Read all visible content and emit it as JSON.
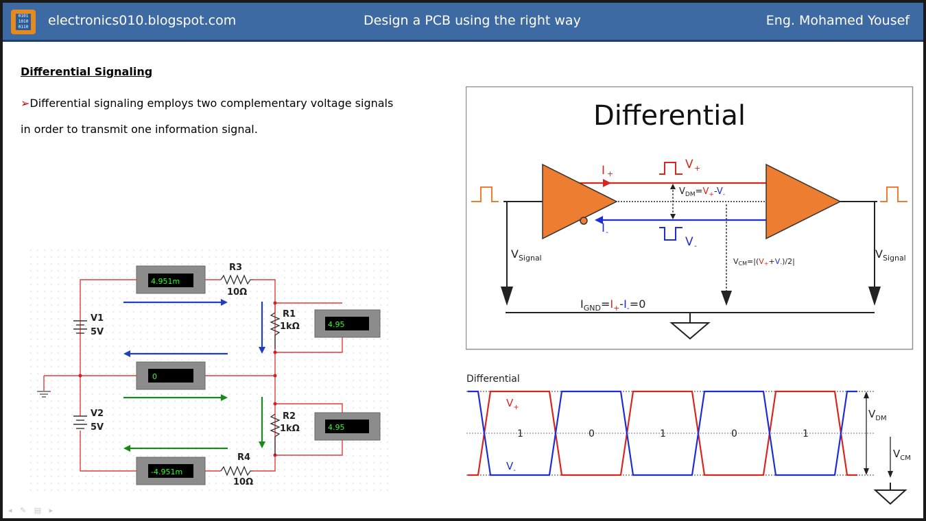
{
  "header": {
    "logo_text": "0101 1010 0110",
    "site": "electronics010.blogspot.com",
    "title": "Design a PCB using the right way",
    "author": "Eng. Mohamed Yousef"
  },
  "section": {
    "title": "Differential Signaling",
    "bullet_arrow": "➢",
    "bullet_text": "Differential signaling employs two complementary voltage signals in order to transmit one information signal."
  },
  "circuit": {
    "meters": {
      "m1": "4.951m",
      "m2": "4.95",
      "m3": "0",
      "m4": "4.95",
      "m5": "-4.951m"
    },
    "r3_name": "R3",
    "r3_value": "10Ω",
    "r1_name": "R1",
    "r1_value": "1kΩ",
    "r2_name": "R2",
    "r2_value": "1kΩ",
    "r4_name": "R4",
    "r4_value": "10Ω",
    "v1_name": "V1",
    "v1_value": "5V",
    "v2_name": "V2",
    "v2_value": "5V"
  },
  "diff_diagram": {
    "title": "Differential",
    "i_plus": "I",
    "i_minus": "I",
    "v_plus": "V",
    "v_minus": "V",
    "vdm": "V",
    "vsig": "V",
    "vcm": "V",
    "ignd": "I",
    "plus": "+",
    "minus": "-",
    "sub_dm": "DM",
    "sub_signal": "Signal",
    "sub_cm": "CM",
    "sub_gnd": "GND",
    "vdm_eq": "=",
    "vcm_eq": "=|(",
    "vcm_close": ")/2|",
    "ignd_eq": "=",
    "ignd_tail": "=0"
  },
  "waveform": {
    "title": "Differential",
    "bits": [
      "1",
      "0",
      "1",
      "0",
      "1"
    ],
    "vplus": "V",
    "vminus": "V",
    "vdm": "V",
    "vcm": "V",
    "plus": "+",
    "minus": "-",
    "sub_dm": "DM",
    "sub_cm": "CM"
  },
  "colors": {
    "red": "#d9251d",
    "blue": "#1d2bd9",
    "orange": "#ed7d31",
    "header": "#3d6aa3",
    "green": "#0b8a1f"
  }
}
